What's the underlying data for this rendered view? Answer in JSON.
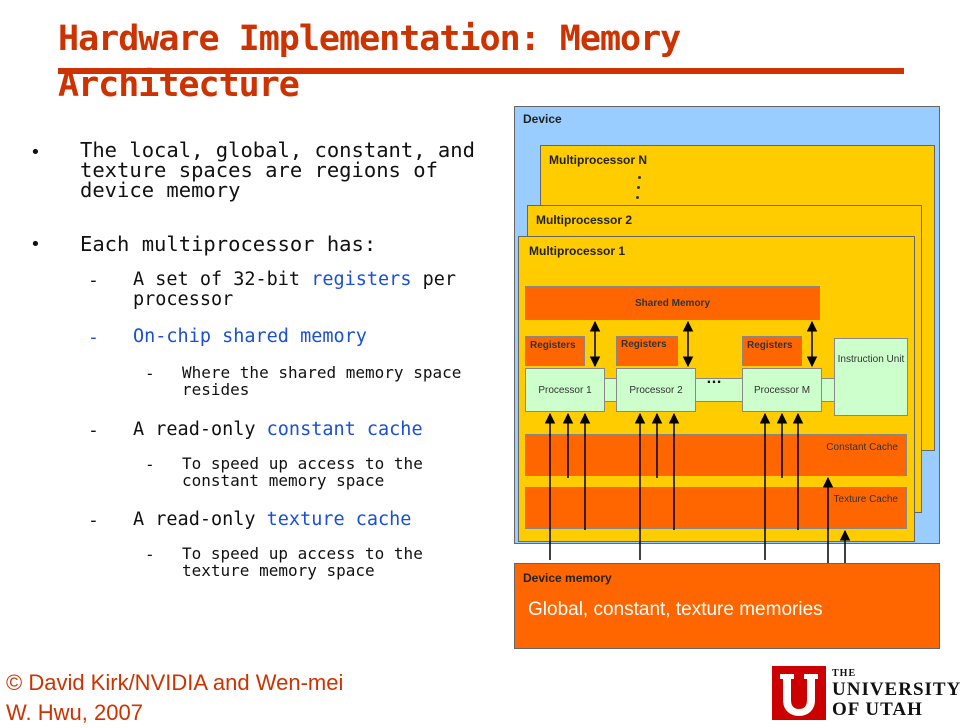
{
  "title": "Hardware Implementation: Memory Architecture",
  "bullets": {
    "b1": "The local, global, constant, and texture spaces are regions of device memory",
    "b2": "Each multiprocessor has:",
    "s1_pre": "A set of 32-bit ",
    "s1_hl": "registers",
    "s1_post": " per processor",
    "s2": "On-chip shared memory",
    "s2a": "Where the shared memory space resides",
    "s3_pre": "A read-only ",
    "s3_hl": "constant cache",
    "s3a": "To speed up access to the constant memory space",
    "s4_pre": "A read-only ",
    "s4_hl": "texture cache",
    "s4a": "To speed up access to the texture memory space"
  },
  "diagram": {
    "device": "Device",
    "mp_n": "Multiprocessor N",
    "mp_2": "Multiprocessor 2",
    "mp_1": "Multiprocessor 1",
    "shared_memory": "Shared Memory",
    "registers": "Registers",
    "processor_1": "Processor 1",
    "processor_2": "Processor 2",
    "processor_m": "Processor M",
    "instruction_unit": "Instruction Unit",
    "constant_cache": "Constant Cache",
    "texture_cache": "Texture Cache",
    "device_memory": "Device memory",
    "global_memories": "Global, constant, texture memories"
  },
  "copyright": "© David Kirk/NVIDIA and Wen-mei W. Hwu, 2007",
  "logo": {
    "line1": "THE",
    "line2": "UNIVERSITY",
    "line3": "OF UTAH"
  },
  "colors": {
    "title": "#cc3300",
    "highlight": "#1a4fd6",
    "device_blue": "#99ccff",
    "mp_yellow": "#ffcc00",
    "orange": "#ff6600",
    "green": "#ccffcc",
    "utah_red": "#cc0000"
  }
}
